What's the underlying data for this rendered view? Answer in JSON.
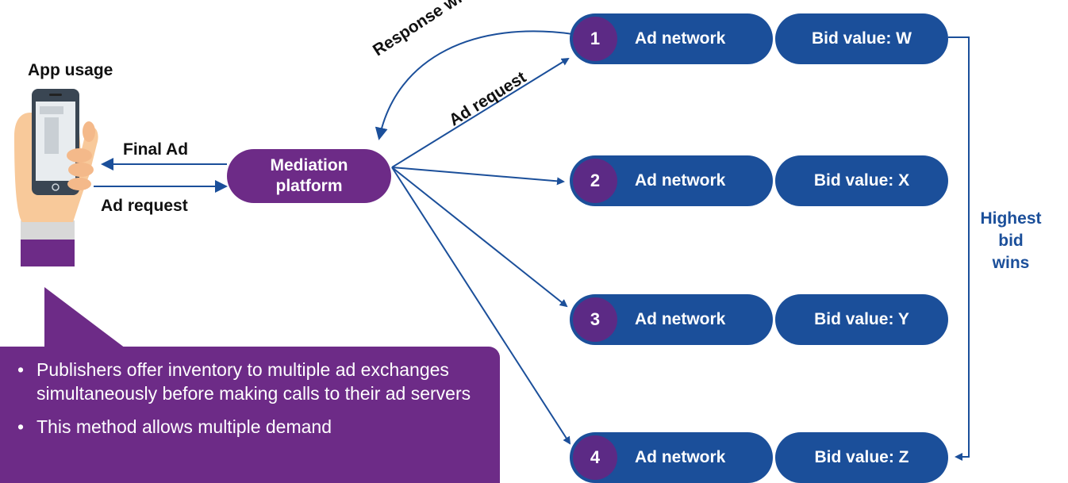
{
  "phone": {
    "label": "App usage"
  },
  "arrows": {
    "final_ad": "Final Ad",
    "ad_request_left": "Ad request",
    "ad_request_diag": "Ad request",
    "response": "Response with ad"
  },
  "mediation": {
    "line1": "Mediation",
    "line2": "platform"
  },
  "networks": [
    {
      "num": "1",
      "label": "Ad network",
      "bid": "Bid value: W"
    },
    {
      "num": "2",
      "label": "Ad network",
      "bid": "Bid value: X"
    },
    {
      "num": "3",
      "label": "Ad network",
      "bid": "Bid value: Y"
    },
    {
      "num": "4",
      "label": "Ad network",
      "bid": "Bid value: Z"
    }
  ],
  "winner": {
    "line1": "Highest",
    "line2": "bid",
    "line3": "wins"
  },
  "callout": {
    "bullets": [
      "Publishers offer inventory to multiple ad exchanges simultaneously before making calls to their ad servers",
      "This method allows multiple demand"
    ]
  },
  "colors": {
    "navy": "#1b4f9a",
    "purple": "#6d2b87",
    "circle_purple": "#5c2a85"
  }
}
